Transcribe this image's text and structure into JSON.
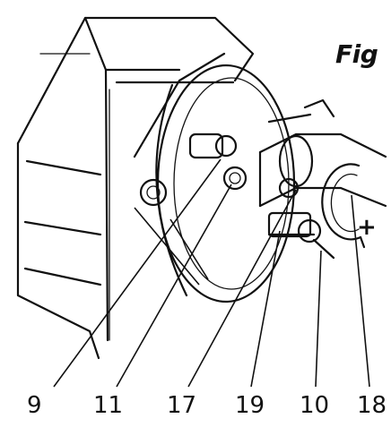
{
  "figure": {
    "caption": "Fig"
  },
  "callouts": [
    "9",
    "11",
    "17",
    "19",
    "10",
    "18"
  ],
  "symbols": {
    "plus": "+"
  }
}
